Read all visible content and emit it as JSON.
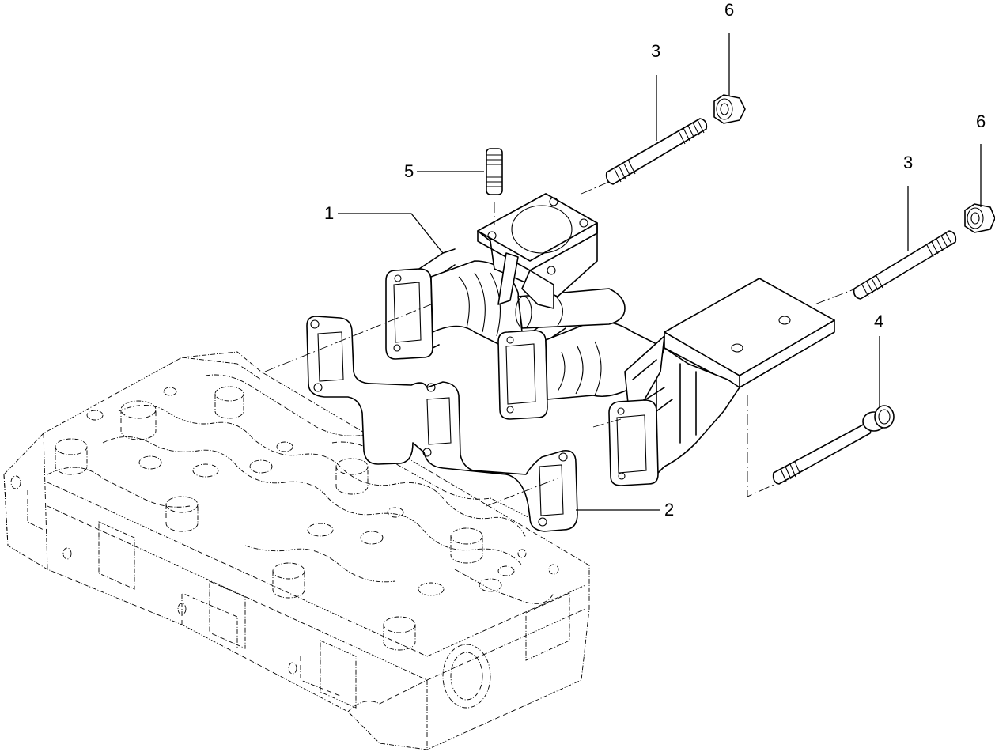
{
  "callouts": [
    {
      "id": "1",
      "label": "1"
    },
    {
      "id": "2",
      "label": "2"
    },
    {
      "id": "3a",
      "label": "3"
    },
    {
      "id": "3b",
      "label": "3"
    },
    {
      "id": "4",
      "label": "4"
    },
    {
      "id": "5",
      "label": "5"
    },
    {
      "id": "6a",
      "label": "6"
    },
    {
      "id": "6b",
      "label": "6"
    }
  ]
}
